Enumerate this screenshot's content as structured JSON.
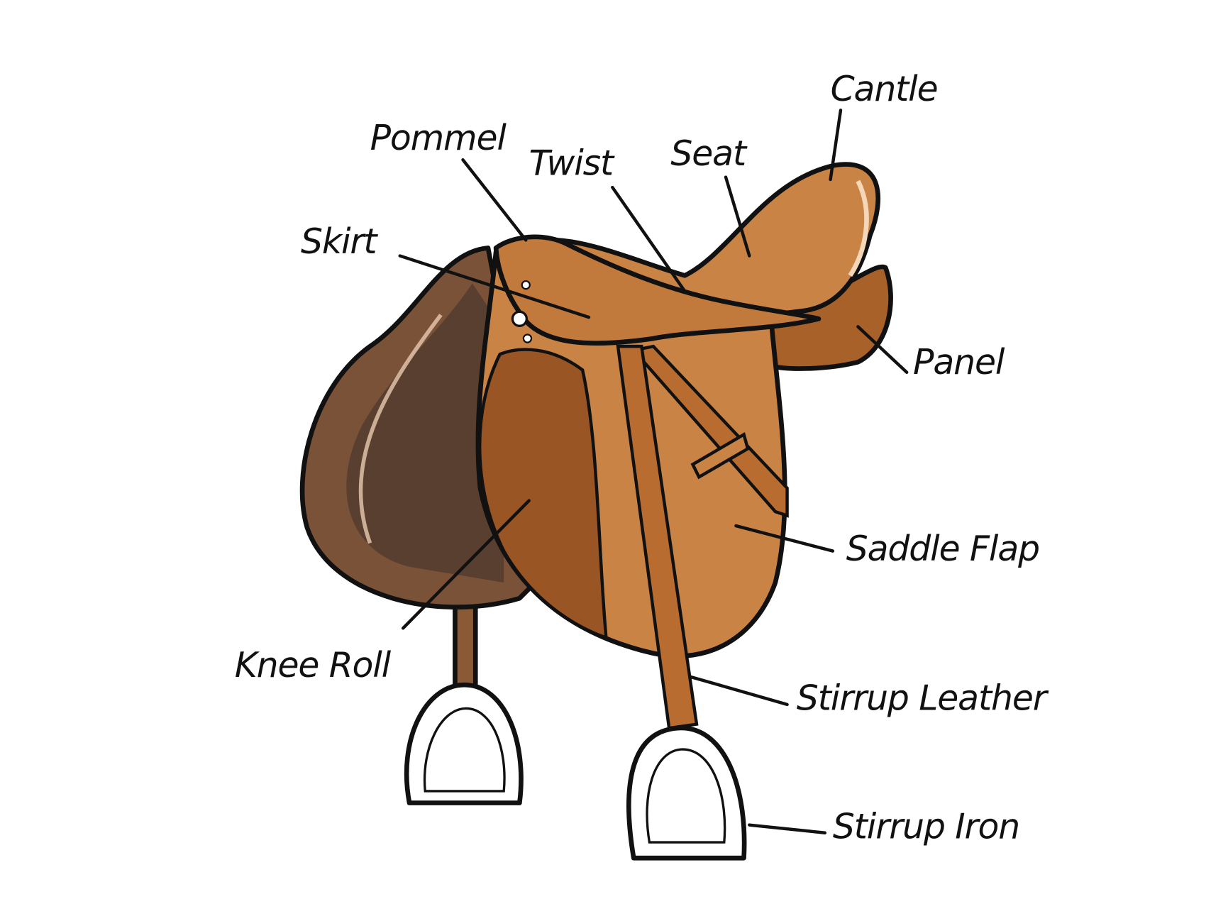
{
  "diagram": {
    "colors": {
      "leather_light": "#c98445",
      "leather_mid": "#b86c2f",
      "leather_dark": "#995523",
      "knee_roll_brown": "#7a5238",
      "knee_roll_shadow": "#4f3a2c",
      "outline": "#111111",
      "stirrup_iron": "#ffffff"
    },
    "labels": {
      "cantle": "Cantle",
      "pommel": "Pommel",
      "twist": "Twist",
      "seat": "Seat",
      "skirt": "Skirt",
      "panel": "Panel",
      "saddle_flap": "Saddle Flap",
      "knee_roll": "Knee Roll",
      "stirrup_leather": "Stirrup Leather",
      "stirrup_iron": "Stirrup Iron"
    }
  }
}
